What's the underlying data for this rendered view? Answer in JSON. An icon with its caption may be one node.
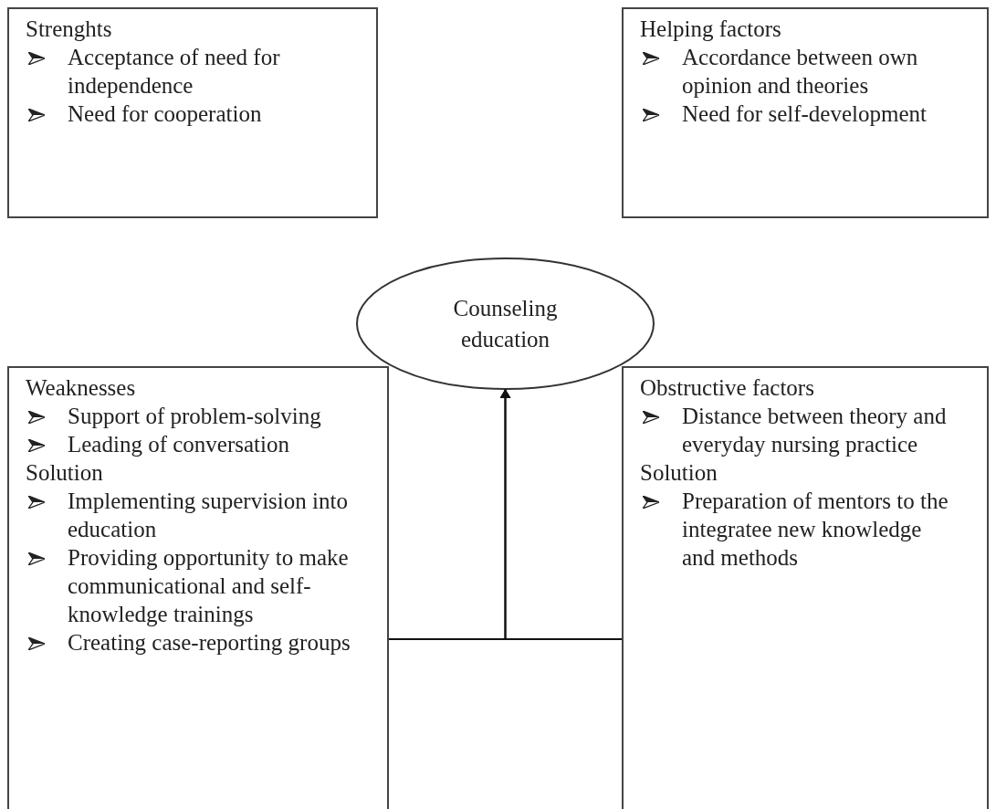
{
  "diagram": {
    "nodes": [
      {
        "text": [
          "Strenghts",
          "Acceptance of need for independence",
          "Need for cooperation"
        ]
      },
      {
        "text": [
          "Helping factors",
          "Accordance between own opinion and theories",
          "Need for self-development"
        ]
      },
      {
        "text": [
          "Counseling education"
        ]
      },
      {
        "text": [
          "Weaknesses",
          "Support of problem-solving",
          "Leading of conversation",
          "Solution",
          "Implementing supervision into education",
          "Providing opportunity to make communicational and self-knowledge trainings",
          "Creating case-reporting groups"
        ]
      },
      {
        "text": [
          "Obstructive factors",
          "Distance between theory and everyday nursing practice",
          "Solution",
          "Preparation of mentors to the integratee new knowledge and methods"
        ]
      }
    ],
    "edges": [
      {
        "from": 3,
        "to": 2,
        "arrow": "to"
      },
      {
        "from": 4,
        "to": 2,
        "arrow": "to"
      }
    ]
  }
}
